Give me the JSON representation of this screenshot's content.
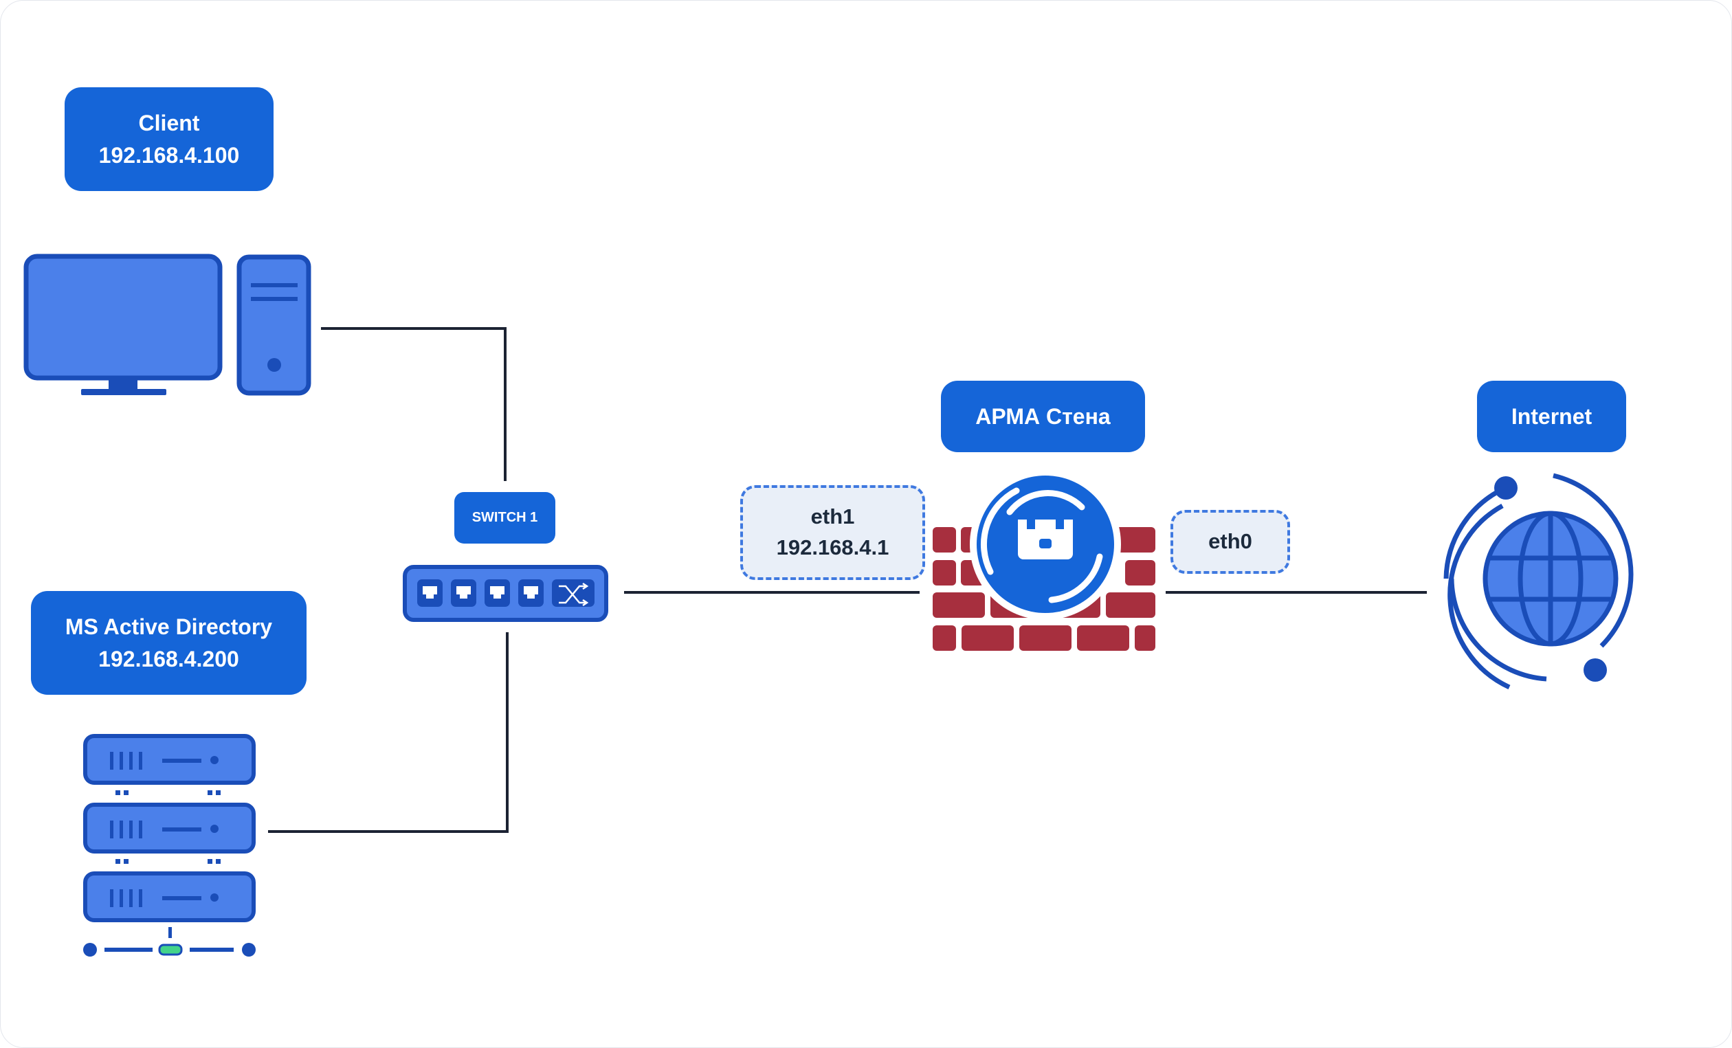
{
  "client": {
    "name": "Client",
    "ip": "192.168.4.100"
  },
  "ad": {
    "name": "MS Active Directory",
    "ip": "192.168.4.200"
  },
  "switch": {
    "label": "SWITCH 1"
  },
  "firewall": {
    "label": "АРМА Стена"
  },
  "internet": {
    "label": "Internet"
  },
  "eth1": {
    "name": "eth1",
    "ip": "192.168.4.1"
  },
  "eth0": {
    "name": "eth0"
  },
  "colors": {
    "label_bg": "#1565d8",
    "icon_fill": "#4b80ea",
    "icon_stroke": "#1a4db8",
    "brick": "#a72f3e",
    "iface_bg": "#e9eff8",
    "iface_border": "#3f79e0",
    "status_led": "#43d38a",
    "line": "#1c2333"
  },
  "icons": [
    "desktop-monitor-icon",
    "pc-tower-icon",
    "server-stack-icon",
    "network-switch-icon",
    "firewall-brick-wall-icon",
    "arma-logo-icon",
    "globe-icon"
  ]
}
